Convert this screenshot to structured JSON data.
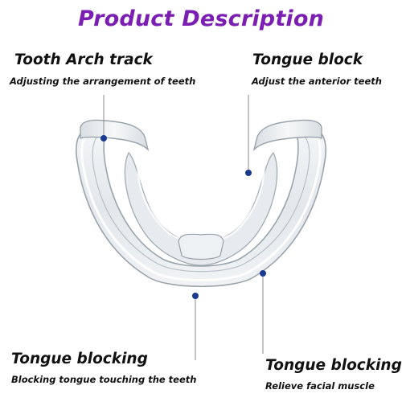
{
  "title": "Product Description",
  "colors": {
    "title": "#7b1fb3",
    "text": "#111111",
    "dot": "#1a3a8f",
    "leader": "#8a8a8a"
  },
  "callouts": {
    "top_left": {
      "heading": "Tooth Arch track",
      "sub": "Adjusting the arrangement of teeth"
    },
    "top_right": {
      "heading": "Tongue block",
      "sub": "Adjust the anterior teeth"
    },
    "bottom_left": {
      "heading": "Tongue blocking",
      "sub": "Blocking tongue touching the teeth"
    },
    "bottom_right": {
      "heading": "Tongue blocking",
      "sub": "Relieve facial muscle"
    }
  },
  "image": {
    "subject": "clear-dental-orthodontic-trainer"
  }
}
